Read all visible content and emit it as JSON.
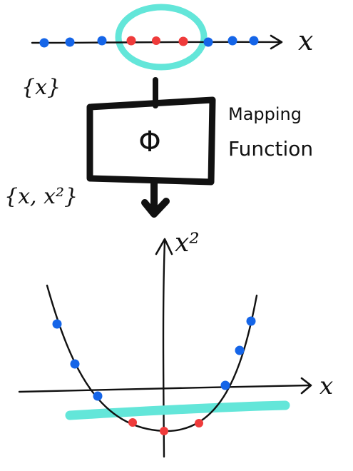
{
  "title": "",
  "colors": {
    "ink": "#111111",
    "blue_point": "#1565e8",
    "red_point": "#ef3b3b",
    "highlight": "#63e6d9",
    "background": "#ffffff"
  },
  "top_axis": {
    "axis_label": "x",
    "set_label": "{x}",
    "blue_point_count": 6,
    "red_point_count": 3
  },
  "mapping_box": {
    "symbol": "Φ",
    "label_line1": "Mapping",
    "label_line2": "Function",
    "output_set_label": "{x, x²}"
  },
  "bottom_plot": {
    "x_axis_label": "x",
    "y_axis_label": "x²",
    "curve": "parabola",
    "blue_point_count": 6,
    "red_point_count": 3
  }
}
